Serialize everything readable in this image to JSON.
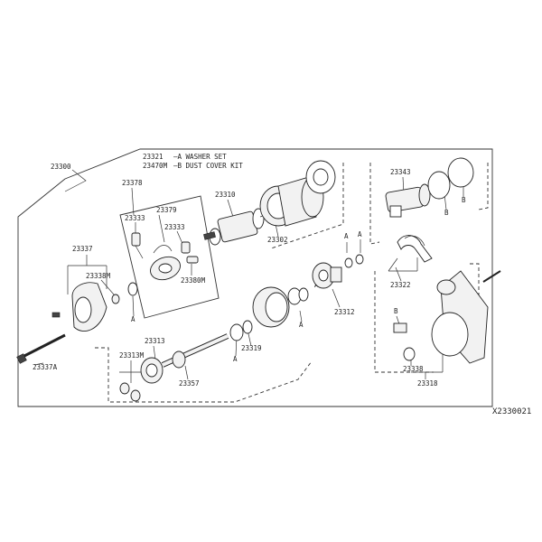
{
  "diagram_code": "X2330021",
  "legend": {
    "a_code": "23321",
    "a_text": "—A WASHER SET",
    "b_code": "23470M",
    "b_text": "—B DUST COVER KIT"
  },
  "labels": {
    "assembly": "23300",
    "brush_holder": "23378",
    "brush_spring": "23379",
    "brush_a": "23333",
    "brush_b": "23333",
    "brush_c": "23380M",
    "armature": "23310",
    "yoke": "23302",
    "switch": "23343",
    "end_cover": "23337",
    "nut": "23338M",
    "through_bolt": "23337A",
    "pinion_assy": "23312",
    "lever_kit": "23322",
    "planetary": "23313",
    "planetary_gear": "23313M",
    "shaft_washer": "23319",
    "shaft": "23357",
    "bushing": "23338",
    "front_housing": "23318",
    "marker_a": "A",
    "marker_b": "B"
  },
  "colors": {
    "line": "#222222",
    "fill": "#f2f2f2"
  }
}
